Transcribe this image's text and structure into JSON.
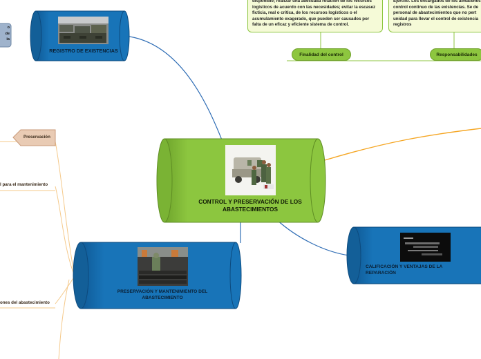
{
  "central": {
    "label": "CONTROL Y PRESERVACIÓN DE LOS ABASTECIMIENTOS",
    "image": "soldiers-and-armored-vehicle-photo"
  },
  "topics": {
    "registro": {
      "label": "REGISTRO DE EXISTENCIAS",
      "image": "armored-vehicles-depot-photo"
    },
    "preservacion_mantenimiento": {
      "label": "PRESERVACIÓN Y MANTENIMIENTO DEL ABASTECIMIENTO",
      "image": "soldier-with-rifles-warehouse-photo"
    },
    "calificacion": {
      "label": "CALIFICACIÓN Y VENTAJAS DE LA REPARACIÓN",
      "image": "rifle-parts-photo"
    }
  },
  "left_partial_notes": [
    {
      "lines": [
        "o",
        "de",
        "ia"
      ]
    }
  ],
  "left_items": [
    {
      "label": "Preservación"
    },
    {
      "label": "l para el mantenimiento"
    },
    {
      "label": "ones del abastecimiento"
    }
  ],
  "top_notes": {
    "finalidad": {
      "text": "disponible; realizar una adecuada rotación de los recursos logísticos de acuerdo con las necesidades; evitar la escasez ficticia, real o crítica, de los recursos logísticos o el acumulamiento exagerado, que pueden ser causados por falta de un eficaz y eficiente sistema de control.",
      "label": "Finalidad del control"
    },
    "responsabilidades": {
      "text": "Ejército. Los encargados de los almacenes control continuo de las existencias. Se de personal de abastecimientos que no pert unidad para llevar el control de existencia registros",
      "label": "Responsabilidades"
    }
  },
  "colors": {
    "central": "#8cc63f",
    "topic": "#1874b8",
    "connector_blue": "#2f6db5",
    "connector_orange": "#f5a623",
    "connector_green": "#8cc63f"
  }
}
